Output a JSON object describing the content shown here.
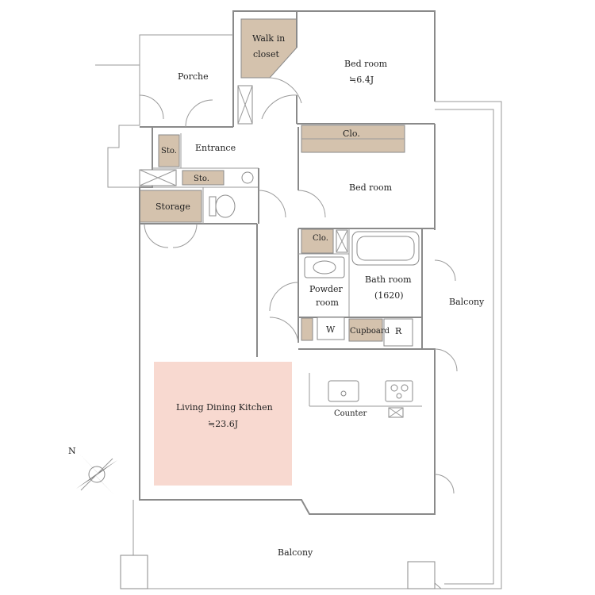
{
  "colors": {
    "storage": "#d4c2ad",
    "ldk": "#f8d9d0",
    "wall": "#8a8a8a"
  },
  "rooms": {
    "walk_in_closet_1": "Walk in",
    "walk_in_closet_2": "closet",
    "bedroom1_name": "Bed room",
    "bedroom1_size": "≒6.4J",
    "porche": "Porche",
    "closet_top": "Clo.",
    "entrance": "Entrance",
    "sto_1": "Sto.",
    "sto_2": "Sto.",
    "bedroom2_name": "Bed room",
    "storage": "Storage",
    "closet_mid": "Clo.",
    "bath_name": "Bath room",
    "bath_size": "(1620)",
    "powder_1": "Powder",
    "powder_2": "room",
    "balcony_right": "Balcony",
    "washer": "W",
    "cupboard": "Cupboard",
    "fridge": "R",
    "counter": "Counter",
    "ldk_name": "Living Dining Kitchen",
    "ldk_size": "≒23.6J",
    "balcony_bottom": "Balcony",
    "compass_n": "N"
  }
}
